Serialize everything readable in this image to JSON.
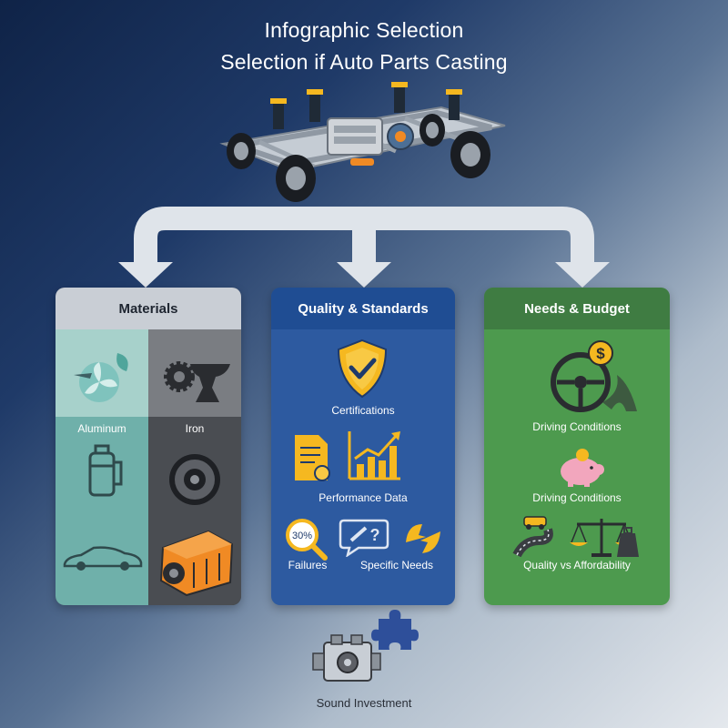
{
  "title": {
    "line1": "Infographic Selection",
    "line2": "Selection if Auto Parts Casting"
  },
  "colors": {
    "materials_header": "#c9ced5",
    "quality_panel": "#2d5aa0",
    "needs_panel": "#4d9a4e",
    "aluminum_teal": "#6fb0aa",
    "iron_dark": "#4a4d52",
    "accent_orange": "#f08a24",
    "accent_yellow": "#f5b820"
  },
  "panels": {
    "materials": {
      "heading": "Materials",
      "aluminum_label": "Aluminum",
      "iron_label": "Iron",
      "icons": [
        "aluminum-fan-leaf-icon",
        "gear-anvil-icon",
        "fuel-tank-icon",
        "brake-disc-icon",
        "car-icon",
        "engine-block-icon"
      ]
    },
    "quality": {
      "heading": "Quality & Standards",
      "certifications": "Certifications",
      "performance_data": "Performance Data",
      "failures": "Failures",
      "failures_badge": "30%",
      "specific_needs": "Specific Needs",
      "icons": [
        "shield-check-icon",
        "document-certificate-icon",
        "bar-chart-up-icon",
        "magnifier-icon",
        "wrench-question-icon",
        "broken-part-icon"
      ]
    },
    "needs": {
      "heading": "Needs & Budget",
      "driving_conditions_1": "Driving Conditions",
      "driving_conditions_2": "Driving Conditions",
      "quality_vs_affordability": "Quality vs Affordability",
      "icons": [
        "steering-wheel-dollar-icon",
        "piggy-bank-icon",
        "road-car-icon",
        "balance-scale-icon"
      ]
    }
  },
  "footer": {
    "label": "Sound Investment",
    "icons": [
      "engine-icon",
      "puzzle-piece-icon"
    ]
  }
}
